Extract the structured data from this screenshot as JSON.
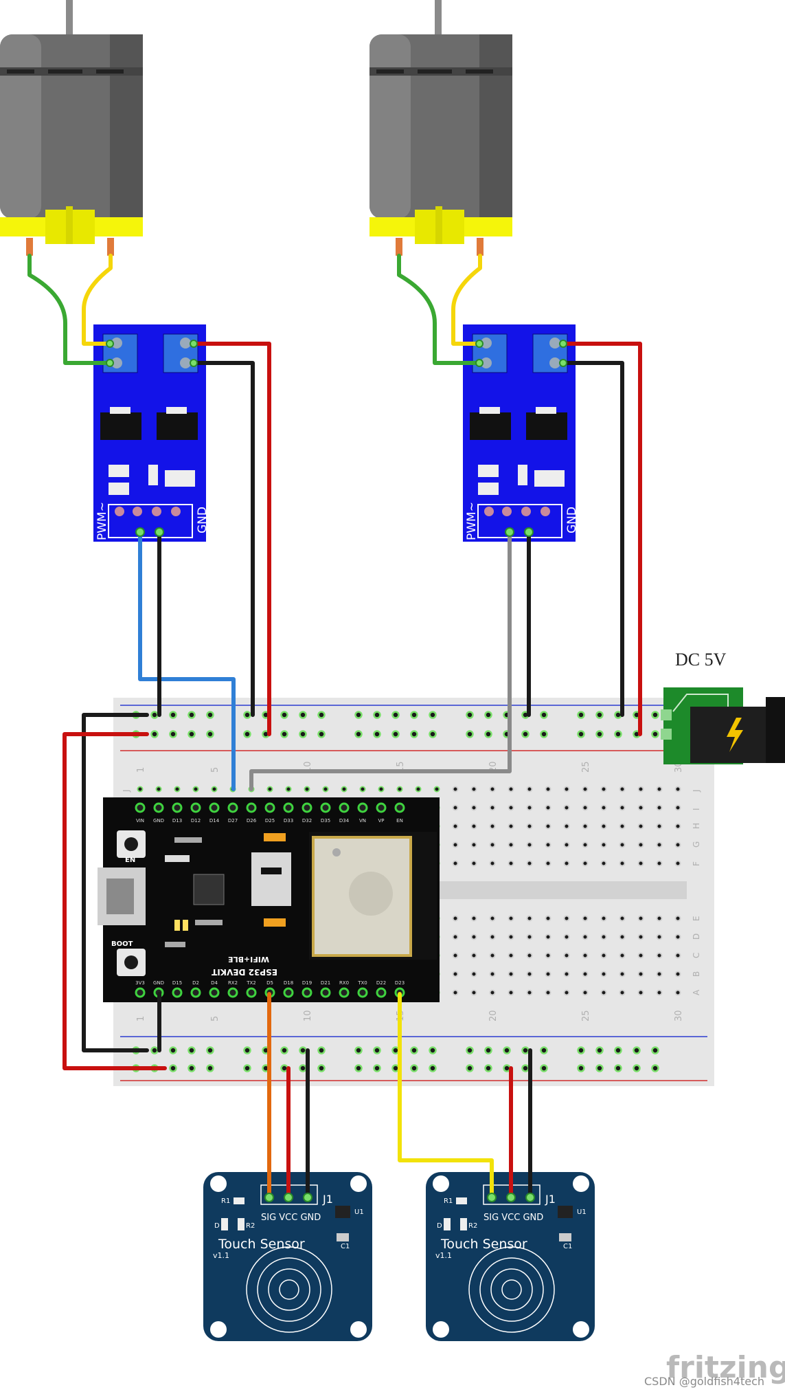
{
  "power": {
    "label": "DC  5V"
  },
  "drivers": {
    "pwm_label": "PWM~",
    "gnd_label": "GND"
  },
  "esp32": {
    "pins_top": [
      "VIN",
      "GND",
      "D13",
      "D12",
      "D14",
      "D27",
      "D26",
      "D25",
      "D33",
      "D32",
      "D35",
      "D34",
      "VN",
      "VP",
      "EN"
    ],
    "pins_bottom": [
      "3V3",
      "GND",
      "D15",
      "D2",
      "D4",
      "RX2",
      "TX2",
      "D5",
      "D18",
      "D19",
      "D21",
      "RX0",
      "TX0",
      "D22",
      "D23"
    ],
    "en_label": "EN",
    "boot_label": "BOOT",
    "model_label": "ESP32 DEVKIT",
    "wifi_label": "WIFI+BLE"
  },
  "breadboard": {
    "col_numbers": [
      "1",
      "5",
      "10",
      "15",
      "20",
      "25",
      "30"
    ],
    "row_letters_top": [
      "J",
      "I",
      "H",
      "G",
      "F"
    ],
    "row_letters_bottom": [
      "E",
      "D",
      "C",
      "B",
      "A"
    ]
  },
  "touch_sensor": {
    "title": "Touch  Sensor",
    "version": "v1.1",
    "pin_labels": "SIG VCC GND",
    "header": "J1",
    "r1": "R1",
    "r2": "R2",
    "u1": "U1",
    "c1": "C1",
    "d": "D"
  },
  "watermark": {
    "brand": "fritzing",
    "credit": "CSDN @goldfish4tech"
  },
  "colors": {
    "wire_red": "#c8100f",
    "wire_black": "#1a1a1a",
    "wire_blue": "#2f7fd6",
    "wire_gray": "#8a8a8a",
    "wire_orange": "#e2680e",
    "wire_yellow": "#f2e20a",
    "wire_green": "#3aa832",
    "driver_blue": "#1313e8",
    "sensor_navy": "#0f3a5e",
    "motor_yellow": "#f5f50a"
  }
}
